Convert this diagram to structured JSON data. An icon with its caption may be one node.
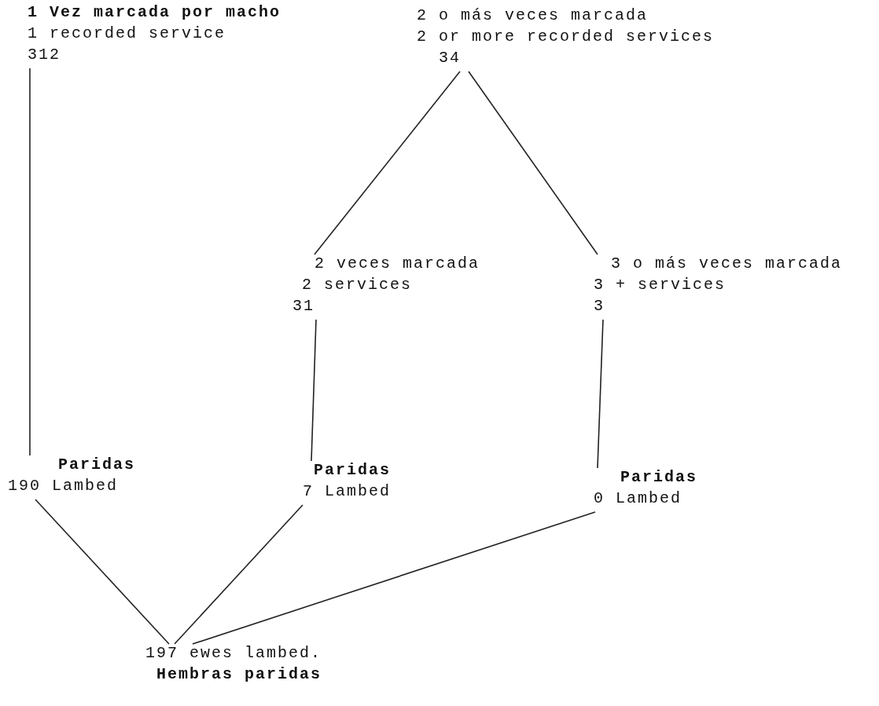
{
  "diagram": {
    "nodes": [
      {
        "text": [
          "1 Vez marcada por macho",
          "1 recorded service",
          "312"
        ]
      },
      {
        "text": [
          "2 o más veces marcada",
          "2 or more recorded services",
          "34"
        ]
      },
      {
        "text": [
          "2 veces marcada",
          "2 services",
          "31"
        ]
      },
      {
        "text": [
          "3 o más veces marcada",
          "3 + services",
          "3"
        ]
      },
      {
        "text": [
          "Paridas",
          "190 Lambed"
        ]
      },
      {
        "text": [
          "Paridas",
          "7 Lambed"
        ]
      },
      {
        "text": [
          "Paridas",
          "0 Lambed"
        ]
      },
      {
        "text": [
          "197 ewes lambed.",
          "Hembras paridas"
        ]
      }
    ],
    "edges": [
      {
        "from": 0,
        "to": 4,
        "arrow": "none"
      },
      {
        "from": 1,
        "to": 2,
        "arrow": "none"
      },
      {
        "from": 1,
        "to": 3,
        "arrow": "none"
      },
      {
        "from": 2,
        "to": 5,
        "arrow": "none"
      },
      {
        "from": 3,
        "to": 6,
        "arrow": "none"
      },
      {
        "from": 4,
        "to": 7,
        "arrow": "none"
      },
      {
        "from": 5,
        "to": 7,
        "arrow": "none"
      },
      {
        "from": 6,
        "to": 7,
        "arrow": "none"
      }
    ]
  }
}
